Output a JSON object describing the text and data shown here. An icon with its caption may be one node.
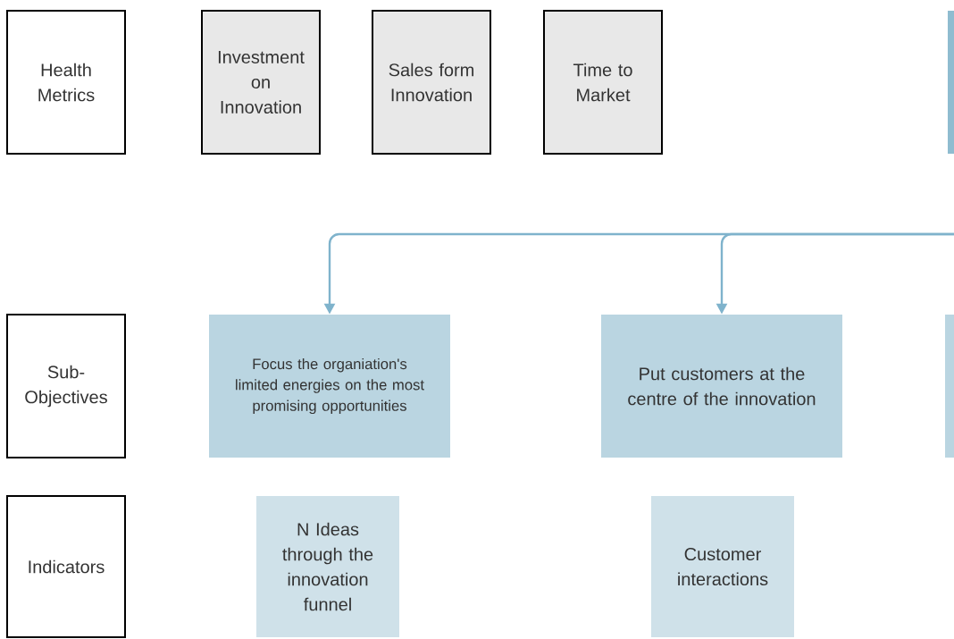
{
  "diagram": {
    "nodes": [
      {
        "text": [
          "Health Metrics"
        ]
      },
      {
        "text": [
          "Investment on Innovation"
        ]
      },
      {
        "text": [
          "Sales form Innovation"
        ]
      },
      {
        "text": [
          "Time to Market"
        ]
      },
      {
        "text": [],
        "shape": "box"
      },
      {
        "text": [
          "Sub-Objectives"
        ]
      },
      {
        "text": [
          "Focus the organiation's limited energies on the most promising opportunities"
        ]
      },
      {
        "text": [
          "Put customers at the centre of the innovation"
        ]
      },
      {
        "text": [],
        "shape": "box"
      },
      {
        "text": [
          "Indicators"
        ]
      },
      {
        "text": [
          "N Ideas through the innovation funnel"
        ]
      },
      {
        "text": [
          "Customer interactions"
        ]
      }
    ],
    "edges": [
      {
        "from": null,
        "to": 6,
        "arrow": "to"
      },
      {
        "from": null,
        "to": 7,
        "arrow": "to"
      }
    ]
  }
}
